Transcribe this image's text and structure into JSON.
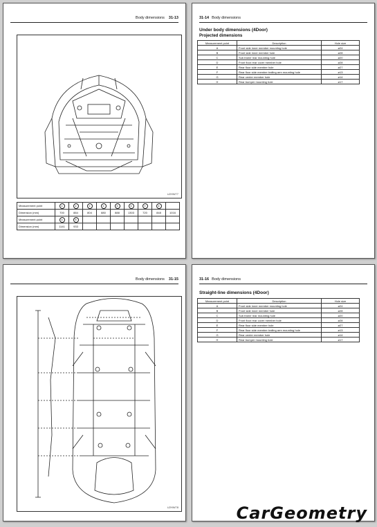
{
  "page1": {
    "header_title": "Body dimensions",
    "header_page": "31-13",
    "figure_code": "U2HW77",
    "table": {
      "label_point": "Measurement point",
      "label_dim": "Dimension (mm)",
      "row1_points": [
        "①",
        "②",
        "③",
        "④",
        "⑤",
        "⑥",
        "⑦",
        "⑧"
      ],
      "row1_dims": [
        "700",
        "884",
        "804",
        "880",
        "888",
        "1303",
        "720",
        "848",
        "1016"
      ],
      "row2_points": [
        "⑩",
        "⑪"
      ],
      "row2_dims": [
        "1141",
        "933"
      ]
    }
  },
  "page2": {
    "header_page": "31-14",
    "header_title": "Body dimensions",
    "title": "Under body dimensions (4Door)",
    "subtitle": "Projected dimensions",
    "columns": [
      "Measurement point",
      "Description",
      "Hole size"
    ],
    "rows": [
      [
        "A",
        "Front side inner member mounting hole",
        "ø24"
      ],
      [
        "B",
        "Front side inner member hole",
        "ø28"
      ],
      [
        "C",
        "Sub frame rear mounting hole",
        "ø20"
      ],
      [
        "D",
        "Front floor rear cover member hole",
        "ø28"
      ],
      [
        "E",
        "Rear floor side member hole",
        "ø27"
      ],
      [
        "F",
        "Rear floor side member trailing arm mounting hole",
        "ø13"
      ],
      [
        "G",
        "Rear center member hole",
        "ø14"
      ],
      [
        "H",
        "Rear bumper mounting hole",
        "ø17"
      ]
    ]
  },
  "page3": {
    "header_title": "Body dimensions",
    "header_page": "31-15",
    "figure_code": "U2HW78"
  },
  "page4": {
    "header_page": "31-16",
    "header_title": "Body dimensions",
    "title": "Straight-line dimensions (4Door)",
    "columns": [
      "Measurement point",
      "Description",
      "Hole size"
    ],
    "rows": [
      [
        "A",
        "Front side inner member mounting hole",
        "ø24"
      ],
      [
        "B",
        "Front side inner member hole",
        "ø28"
      ],
      [
        "C",
        "Sub frame rear mounting hole",
        "ø20"
      ],
      [
        "D",
        "Front floor rear cover member hole",
        "ø28"
      ],
      [
        "E",
        "Rear floor side member hole",
        "ø27"
      ],
      [
        "F",
        "Rear floor side member trailing arm mounting hole",
        "ø13"
      ],
      [
        "G",
        "Rear center member hole",
        "ø14"
      ],
      [
        "H",
        "Rear bumper mounting hole",
        "ø17"
      ]
    ]
  },
  "watermark": "CarGeometry"
}
